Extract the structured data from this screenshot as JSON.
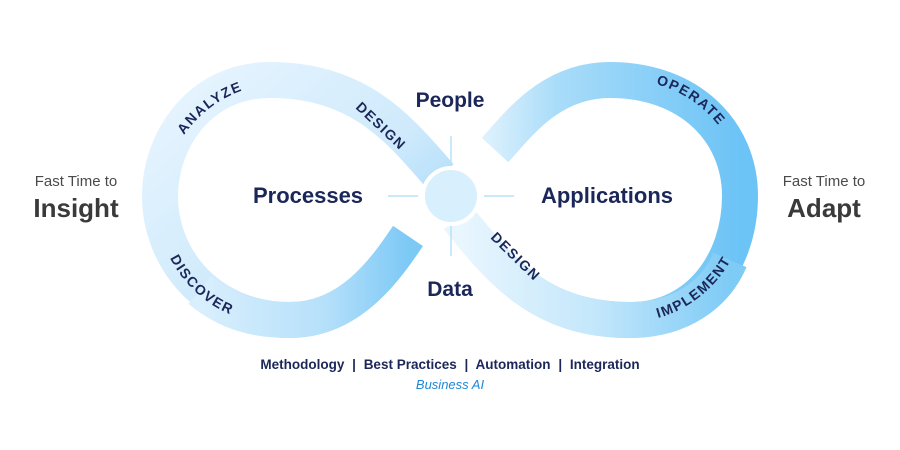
{
  "left_side": {
    "small": "Fast Time to",
    "big": "Insight"
  },
  "right_side": {
    "small": "Fast Time to",
    "big": "Adapt"
  },
  "center": {
    "top": "People",
    "bottom": "Data",
    "left": "Processes",
    "right": "Applications"
  },
  "loop_labels": {
    "analyze": "ANALYZE",
    "design_left": "DESIGN",
    "discover": "DISCOVER",
    "operate": "OPERATE",
    "design_right": "DESIGN",
    "implement": "IMPLEMENT"
  },
  "footer": {
    "items": [
      "Methodology",
      "Best Practices",
      "Automation",
      "Integration"
    ],
    "separator": "|",
    "subtitle": "Business AI"
  },
  "colors": {
    "left_loop_light": "#e3f3fd",
    "left_loop_dark": "#8ccff7",
    "right_loop_light": "#e6f5fe",
    "right_loop_dark": "#6fc4f6",
    "center_circle": "#d6effd",
    "text_dark": "#1b2759",
    "accent_blue": "#1e88d6"
  }
}
